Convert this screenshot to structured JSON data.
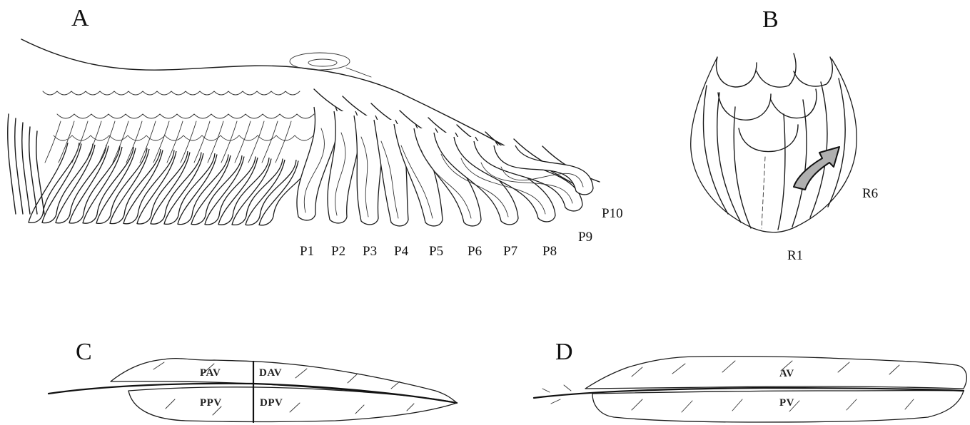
{
  "panels": {
    "a": {
      "letter": "A",
      "primaries": [
        "P1",
        "P2",
        "P3",
        "P4",
        "P5",
        "P6",
        "P7",
        "P8",
        "P9",
        "P10"
      ]
    },
    "b": {
      "letter": "B",
      "rectrix_inner": "R1",
      "rectrix_outer": "R6",
      "arrow_color": "#b0b0b0"
    },
    "c": {
      "letter": "C",
      "vanes": {
        "proximal_anterior": "PAV",
        "distal_anterior": "DAV",
        "proximal_posterior": "PPV",
        "distal_posterior": "DPV"
      }
    },
    "d": {
      "letter": "D",
      "vanes": {
        "anterior": "AV",
        "posterior": "PV"
      }
    }
  }
}
